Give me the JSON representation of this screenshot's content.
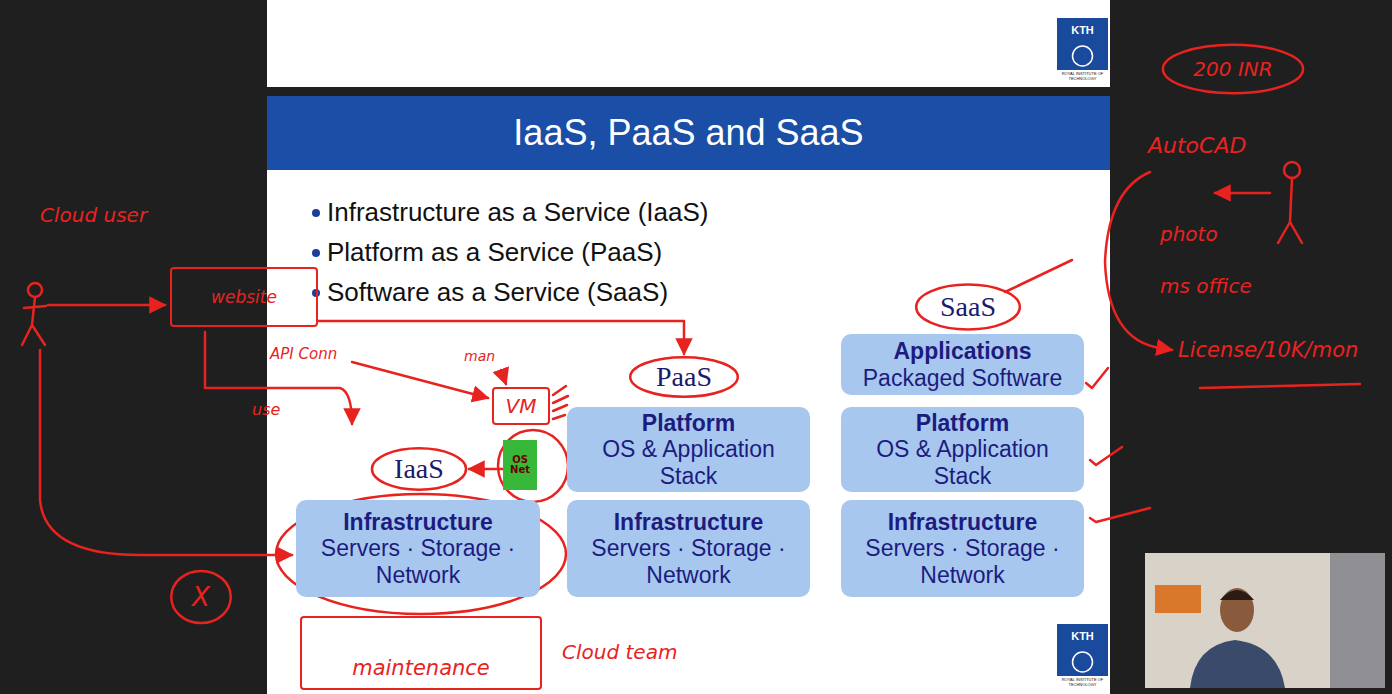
{
  "diagram": {
    "title": "IaaS, PaaS and SaaS",
    "nodes": [
      {
        "text": [
          "website"
        ]
      },
      {
        "text": [
          "PaaS"
        ]
      },
      {
        "text": [
          "VM"
        ]
      },
      {
        "text": [
          "IaaS"
        ]
      },
      {
        "text": [
          "OS Net"
        ]
      },
      {
        "text": [
          "Infrastructure",
          "Servers · Storage · Network"
        ]
      },
      {
        "text": [
          "Platform",
          "OS & Application Stack"
        ]
      },
      {
        "text": [
          "Infrastructure",
          "Servers · Storage · Network"
        ]
      },
      {
        "text": [
          "SaaS"
        ]
      },
      {
        "text": [
          "Applications",
          "Packaged Software"
        ]
      },
      {
        "text": [
          "Platform",
          "OS & Application Stack"
        ]
      },
      {
        "text": [
          "Infrastructure",
          "Servers · Storage · Network"
        ]
      },
      {
        "text": [
          "X"
        ]
      },
      {
        "text": [
          "maintenance"
        ]
      },
      {
        "text": [
          "200 INR"
        ]
      }
    ],
    "edges": [
      {
        "from": 0,
        "to": 1,
        "arrow": "to"
      },
      {
        "from": 4,
        "to": 3,
        "arrow": "to"
      }
    ],
    "labels": [
      "Infrastructure as a Service (IaaS)",
      "Platform as a Service (PaaS)",
      "Software as a Service (SaaS)",
      "Cloud user",
      "API Conn",
      "use",
      "man",
      "Cloud team",
      "AutoCAD",
      "photo",
      "ms office",
      "License/10K/mon",
      "KTH",
      "ROYAL INSTITUTE OF TECHNOLOGY",
      "KTH",
      "ROYAL INSTITUTE OF TECHNOLOGY"
    ]
  }
}
